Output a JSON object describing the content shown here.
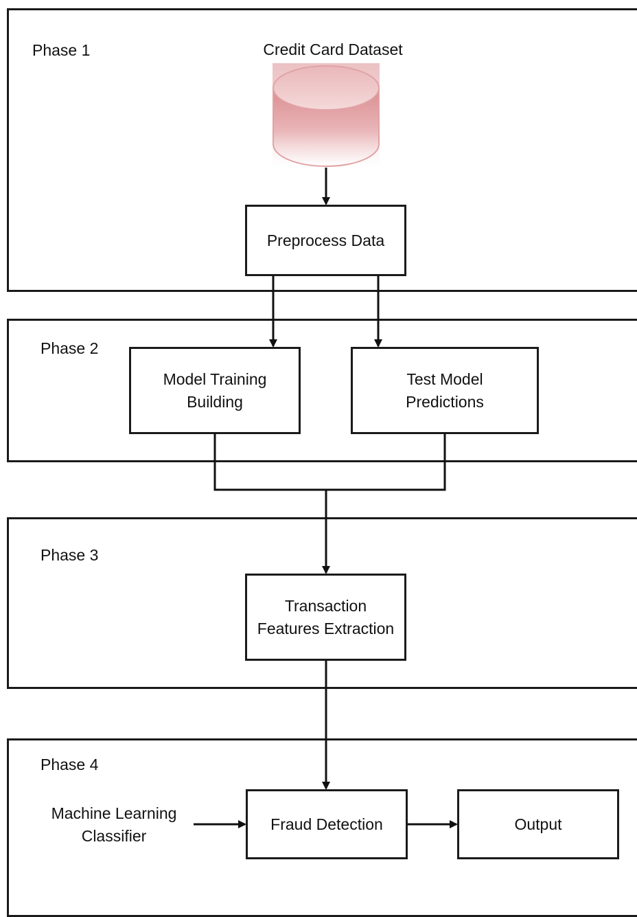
{
  "phases": [
    {
      "label": "Phase 1"
    },
    {
      "label": "Phase 2"
    },
    {
      "label": "Phase 3"
    },
    {
      "label": "Phase 4"
    }
  ],
  "nodes": {
    "dataset": "Credit Card Dataset",
    "preprocess": "Preprocess Data",
    "model_training": "Model Training\nBuilding",
    "test_model": "Test Model\nPredictions",
    "feature_extraction": "Transaction\nFeatures Extraction",
    "ml_classifier": "Machine Learning\nClassifier",
    "fraud_detection": "Fraud Detection",
    "output": "Output"
  },
  "colors": {
    "database_fill": "#d9898d",
    "database_stroke": "#e0a3a6",
    "line": "#111111"
  },
  "icons": {
    "dataset": "database-cylinder-icon"
  }
}
